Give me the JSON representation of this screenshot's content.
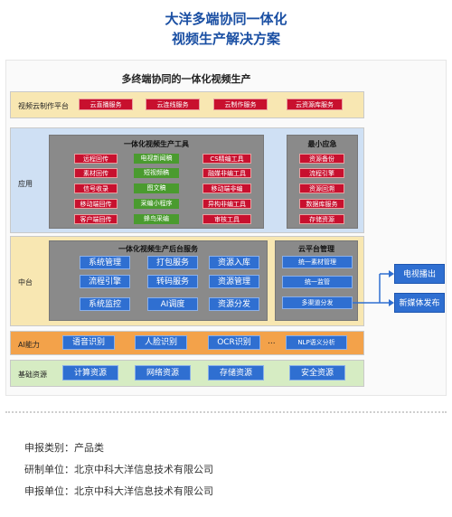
{
  "header": {
    "title_line1": "大洋多端协同一体化",
    "title_line2": "视频生产解决方案"
  },
  "diagram": {
    "title": "多终端协同的一体化视频生产",
    "cloud_platform": {
      "label": "视频云制作平台",
      "items": [
        "云直播服务",
        "云连线服务",
        "云制作服务",
        "云资源库服务"
      ]
    },
    "application": {
      "label": "应用",
      "tools_title": "一体化视频生产工具",
      "tools_col1": [
        "远程回传",
        "素材回传",
        "信号收录",
        "移动端回传",
        "客户端回传"
      ],
      "tools_col2": [
        "电视新闻稿",
        "短视频稿",
        "图文稿",
        "采编小程序",
        "蜂鸟采编"
      ],
      "tools_col3": [
        "CS精编工具",
        "融媒非编工具",
        "移动端非编",
        "异构非编工具",
        "审核工具"
      ],
      "emergency_title": "最小应急",
      "emergency_items": [
        "资源备份",
        "流程引擎",
        "资源回溯",
        "数据库服务",
        "存储资源"
      ]
    },
    "middle": {
      "label": "中台",
      "backend_title": "一体化视频生产后台服务",
      "backend_items": [
        "系统管理",
        "打包服务",
        "资源入库",
        "流程引擎",
        "转码服务",
        "资源管理",
        "系统监控",
        "AI调度",
        "资源分发"
      ],
      "cloud_mgmt_title": "云平台管理",
      "cloud_mgmt_items": [
        "统一素材管理",
        "统一监管",
        "多渠道分发"
      ]
    },
    "ai": {
      "label": "AI能力",
      "items": [
        "语音识别",
        "人脸识别",
        "OCR识别",
        "...",
        "NLP语义分析"
      ]
    },
    "infra": {
      "label": "基础资源",
      "items": [
        "计算资源",
        "网络资源",
        "存储资源",
        "安全资源"
      ]
    },
    "outputs": [
      "电视播出",
      "新媒体发布"
    ]
  },
  "info": {
    "line1": "申报类别：产品类",
    "line2": "研制单位：北京中科大洋信息技术有限公司",
    "line3": "申报单位：北京中科大洋信息技术有限公司"
  },
  "colors": {
    "red": "#c8102e",
    "green": "#4a9b2f",
    "blue": "#2f6fd1",
    "band_yellow": "#f8e7b2",
    "band_blue": "#cfe0f4",
    "band_orange": "#f3a24a",
    "band_green": "#d6ecc3"
  }
}
